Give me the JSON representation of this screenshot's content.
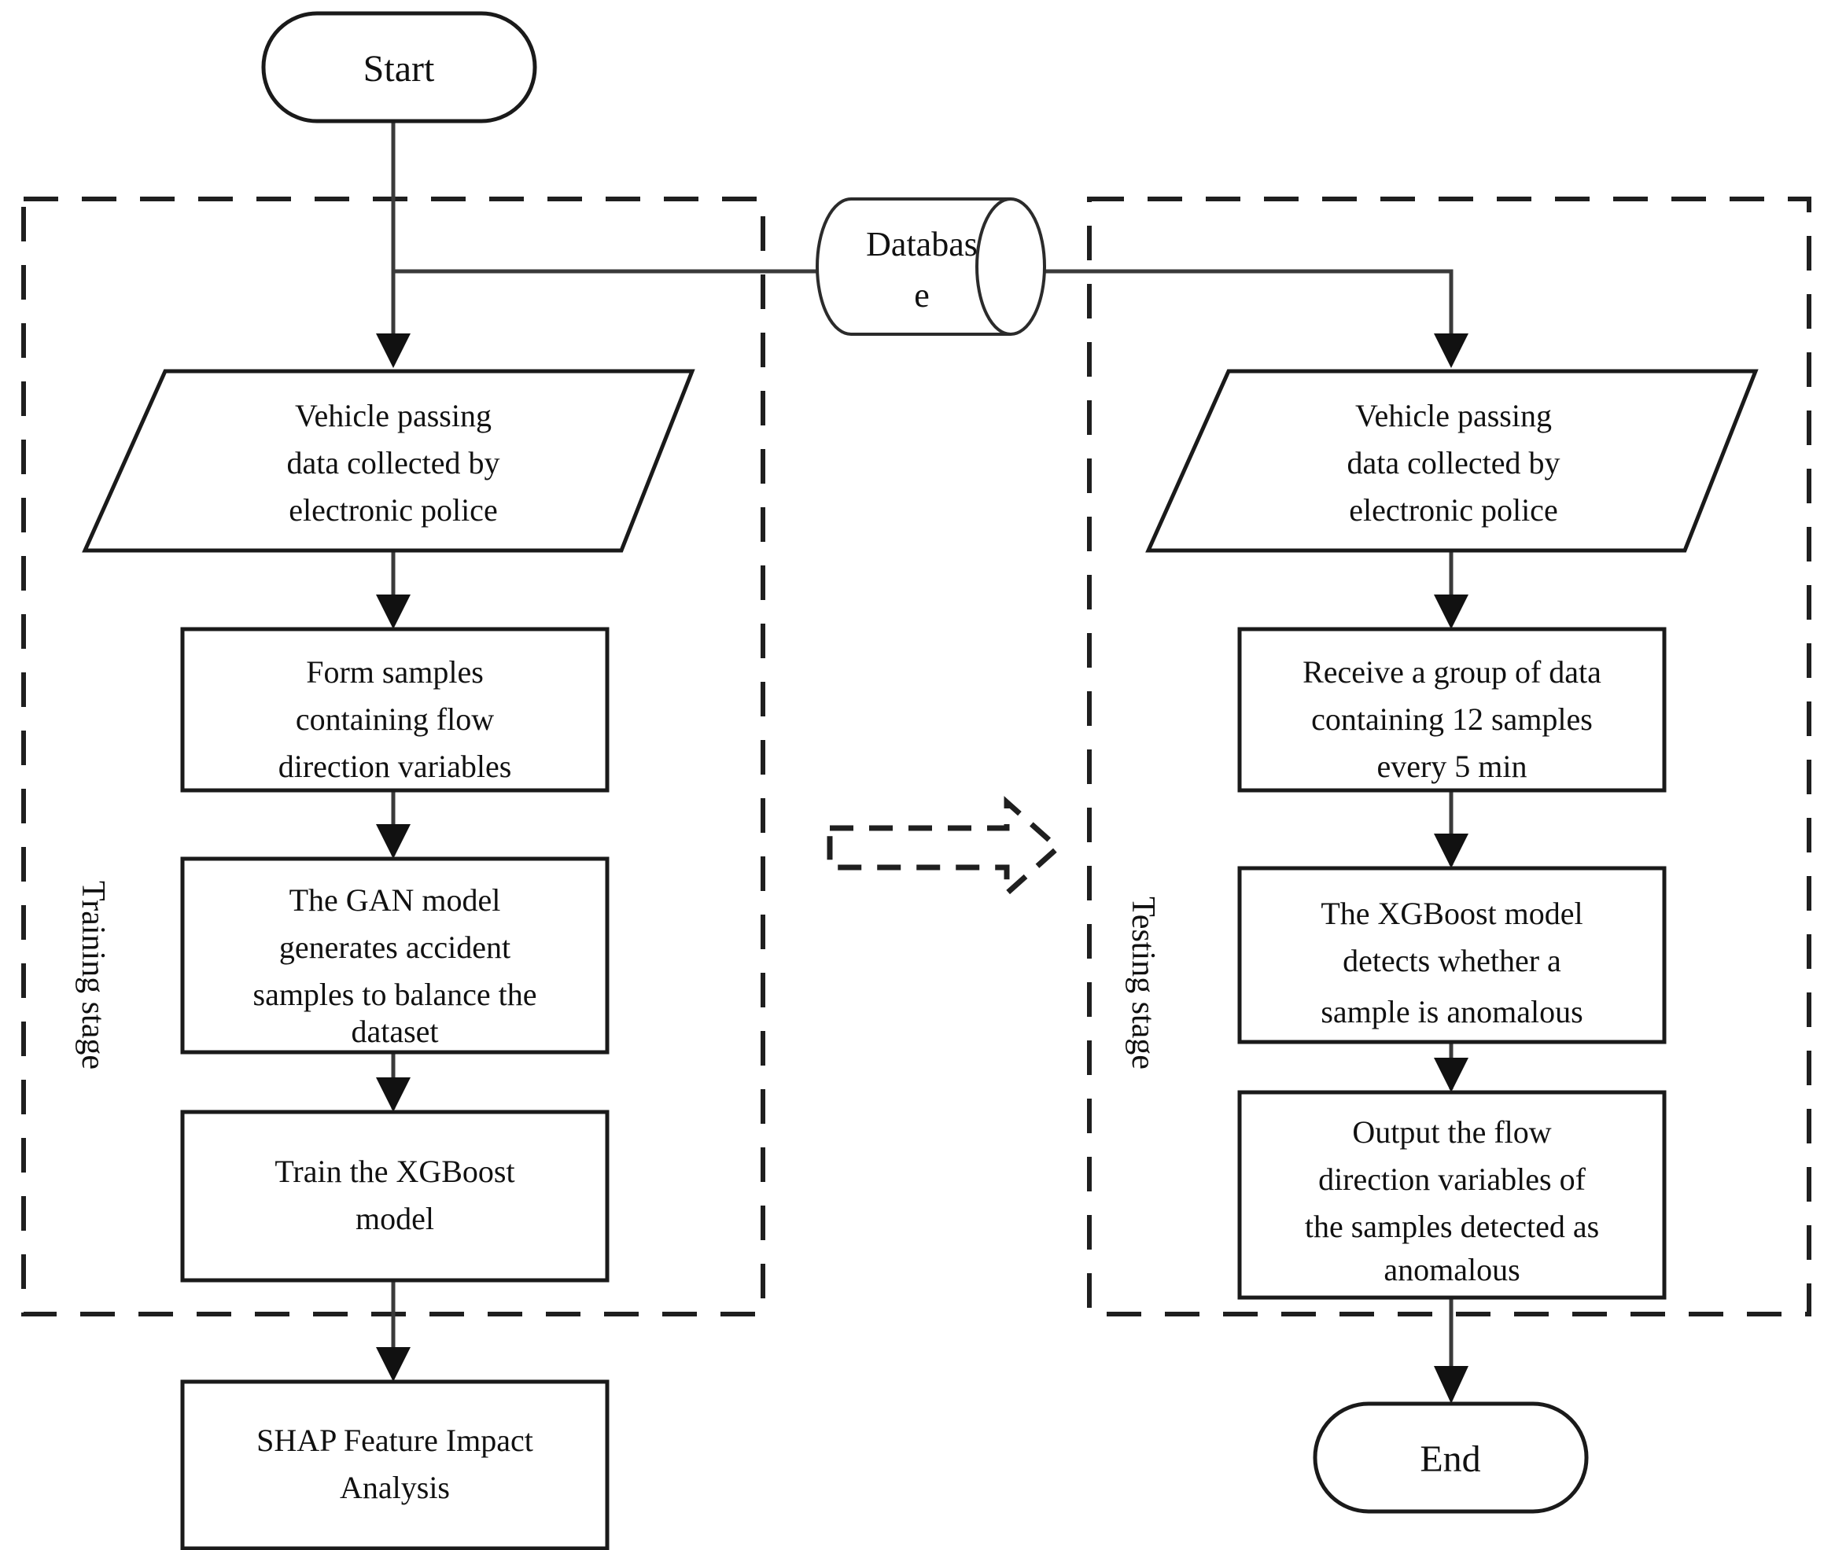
{
  "diagram": {
    "title": "Accident detection framework flowchart",
    "colors": {
      "background": "#ffffff",
      "stroke": "#111111",
      "dashed_stroke": "#1f1f1f",
      "connector": "#3a3a3a"
    },
    "terminals": {
      "start": "Start",
      "end": "End"
    },
    "database": {
      "line1": "Databas",
      "line2": "e"
    },
    "regions": {
      "training_label": "Training stage",
      "testing_label": "Testing stage"
    },
    "training_nodes": [
      {
        "id": "train-input",
        "shape": "parallelogram",
        "lines": [
          "Vehicle passing",
          "data collected by",
          "electronic police"
        ]
      },
      {
        "id": "train-form-samples",
        "shape": "process",
        "lines": [
          "Form samples",
          "containing flow",
          "direction variables"
        ]
      },
      {
        "id": "train-gan",
        "shape": "process",
        "lines": [
          "The GAN model",
          "generates accident",
          "samples to balance the",
          "dataset"
        ]
      },
      {
        "id": "train-xgboost",
        "shape": "process",
        "lines": [
          "Train the XGBoost",
          "model"
        ]
      }
    ],
    "training_outside_node": {
      "id": "shap-analysis",
      "shape": "process",
      "lines": [
        "SHAP Feature Impact",
        "Analysis"
      ]
    },
    "testing_nodes": [
      {
        "id": "test-input",
        "shape": "parallelogram",
        "lines": [
          "Vehicle passing",
          "data collected by",
          "electronic police"
        ]
      },
      {
        "id": "test-receive",
        "shape": "process",
        "lines": [
          "Receive a group of data",
          "containing 12 samples",
          "every 5 min"
        ]
      },
      {
        "id": "test-detect",
        "shape": "process",
        "lines": [
          "The XGBoost model",
          "detects whether a",
          "sample is anomalous"
        ]
      },
      {
        "id": "test-output",
        "shape": "process",
        "lines": [
          "Output the flow",
          "direction variables of",
          "the samples detected as",
          "anomalous"
        ]
      }
    ],
    "transition_arrow": {
      "id": "stage-transition-arrow",
      "style": "dashed-block-arrow",
      "direction": "right",
      "label": ""
    }
  }
}
